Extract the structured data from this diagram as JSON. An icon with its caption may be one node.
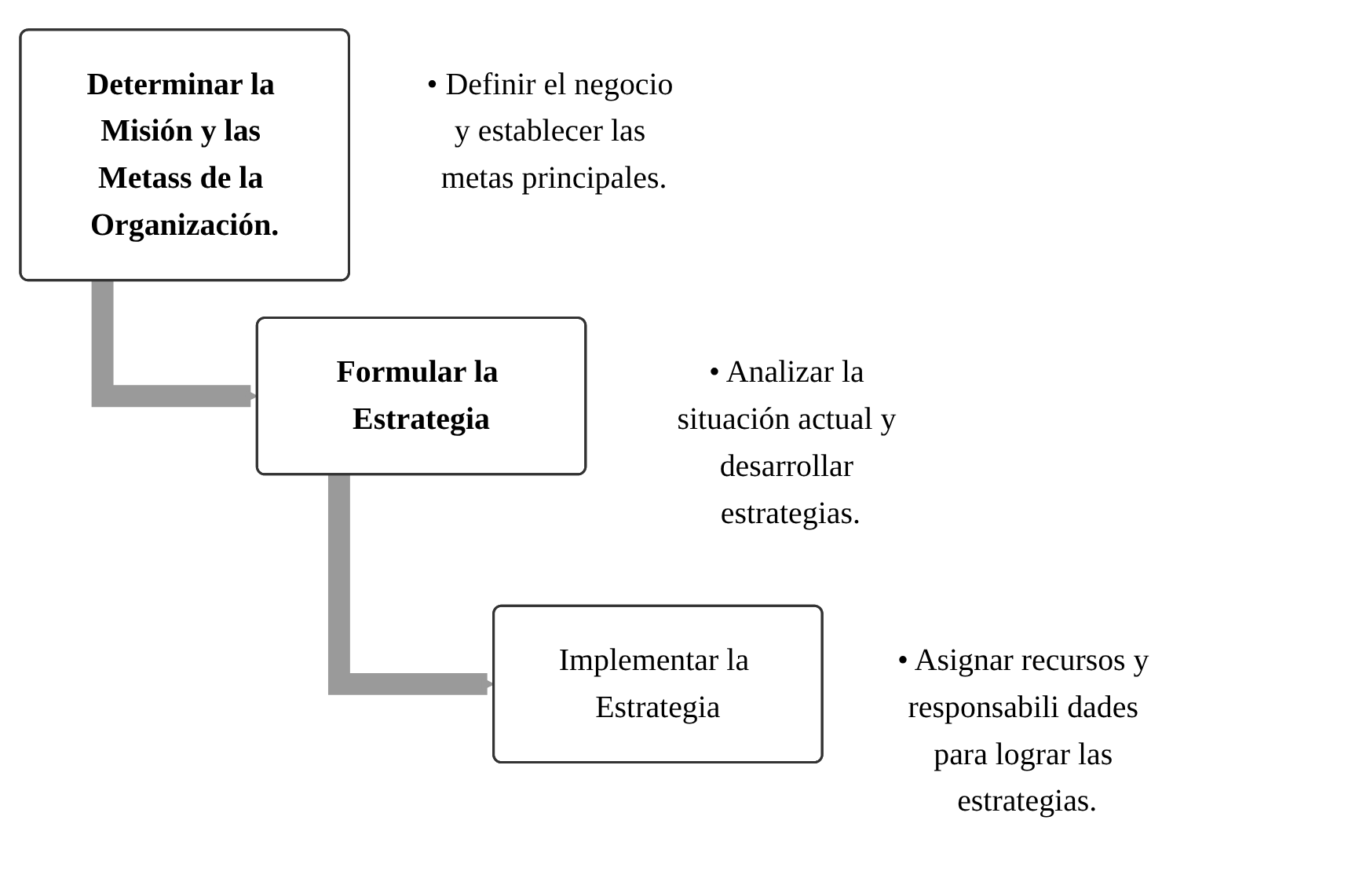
{
  "diagram": {
    "nodes": [
      {
        "text": [
          "Determinar la Misión y las Metass de la Organización."
        ],
        "beside": [
          "• Definir el negocio y establecer las metas principales."
        ]
      },
      {
        "text": [
          "Formular la Estrategia"
        ],
        "beside": [
          "• Analizar la situación actual y desarrollar estrategias."
        ]
      },
      {
        "text": [
          "Implementar la Estrategia"
        ],
        "beside": [
          "• Asignar recursos y responsabili dades para lograr las estrategias."
        ]
      }
    ],
    "edges": [
      {
        "from": 0,
        "to": 1,
        "arrow": "to"
      },
      {
        "from": 1,
        "to": 2,
        "arrow": "to"
      }
    ]
  }
}
